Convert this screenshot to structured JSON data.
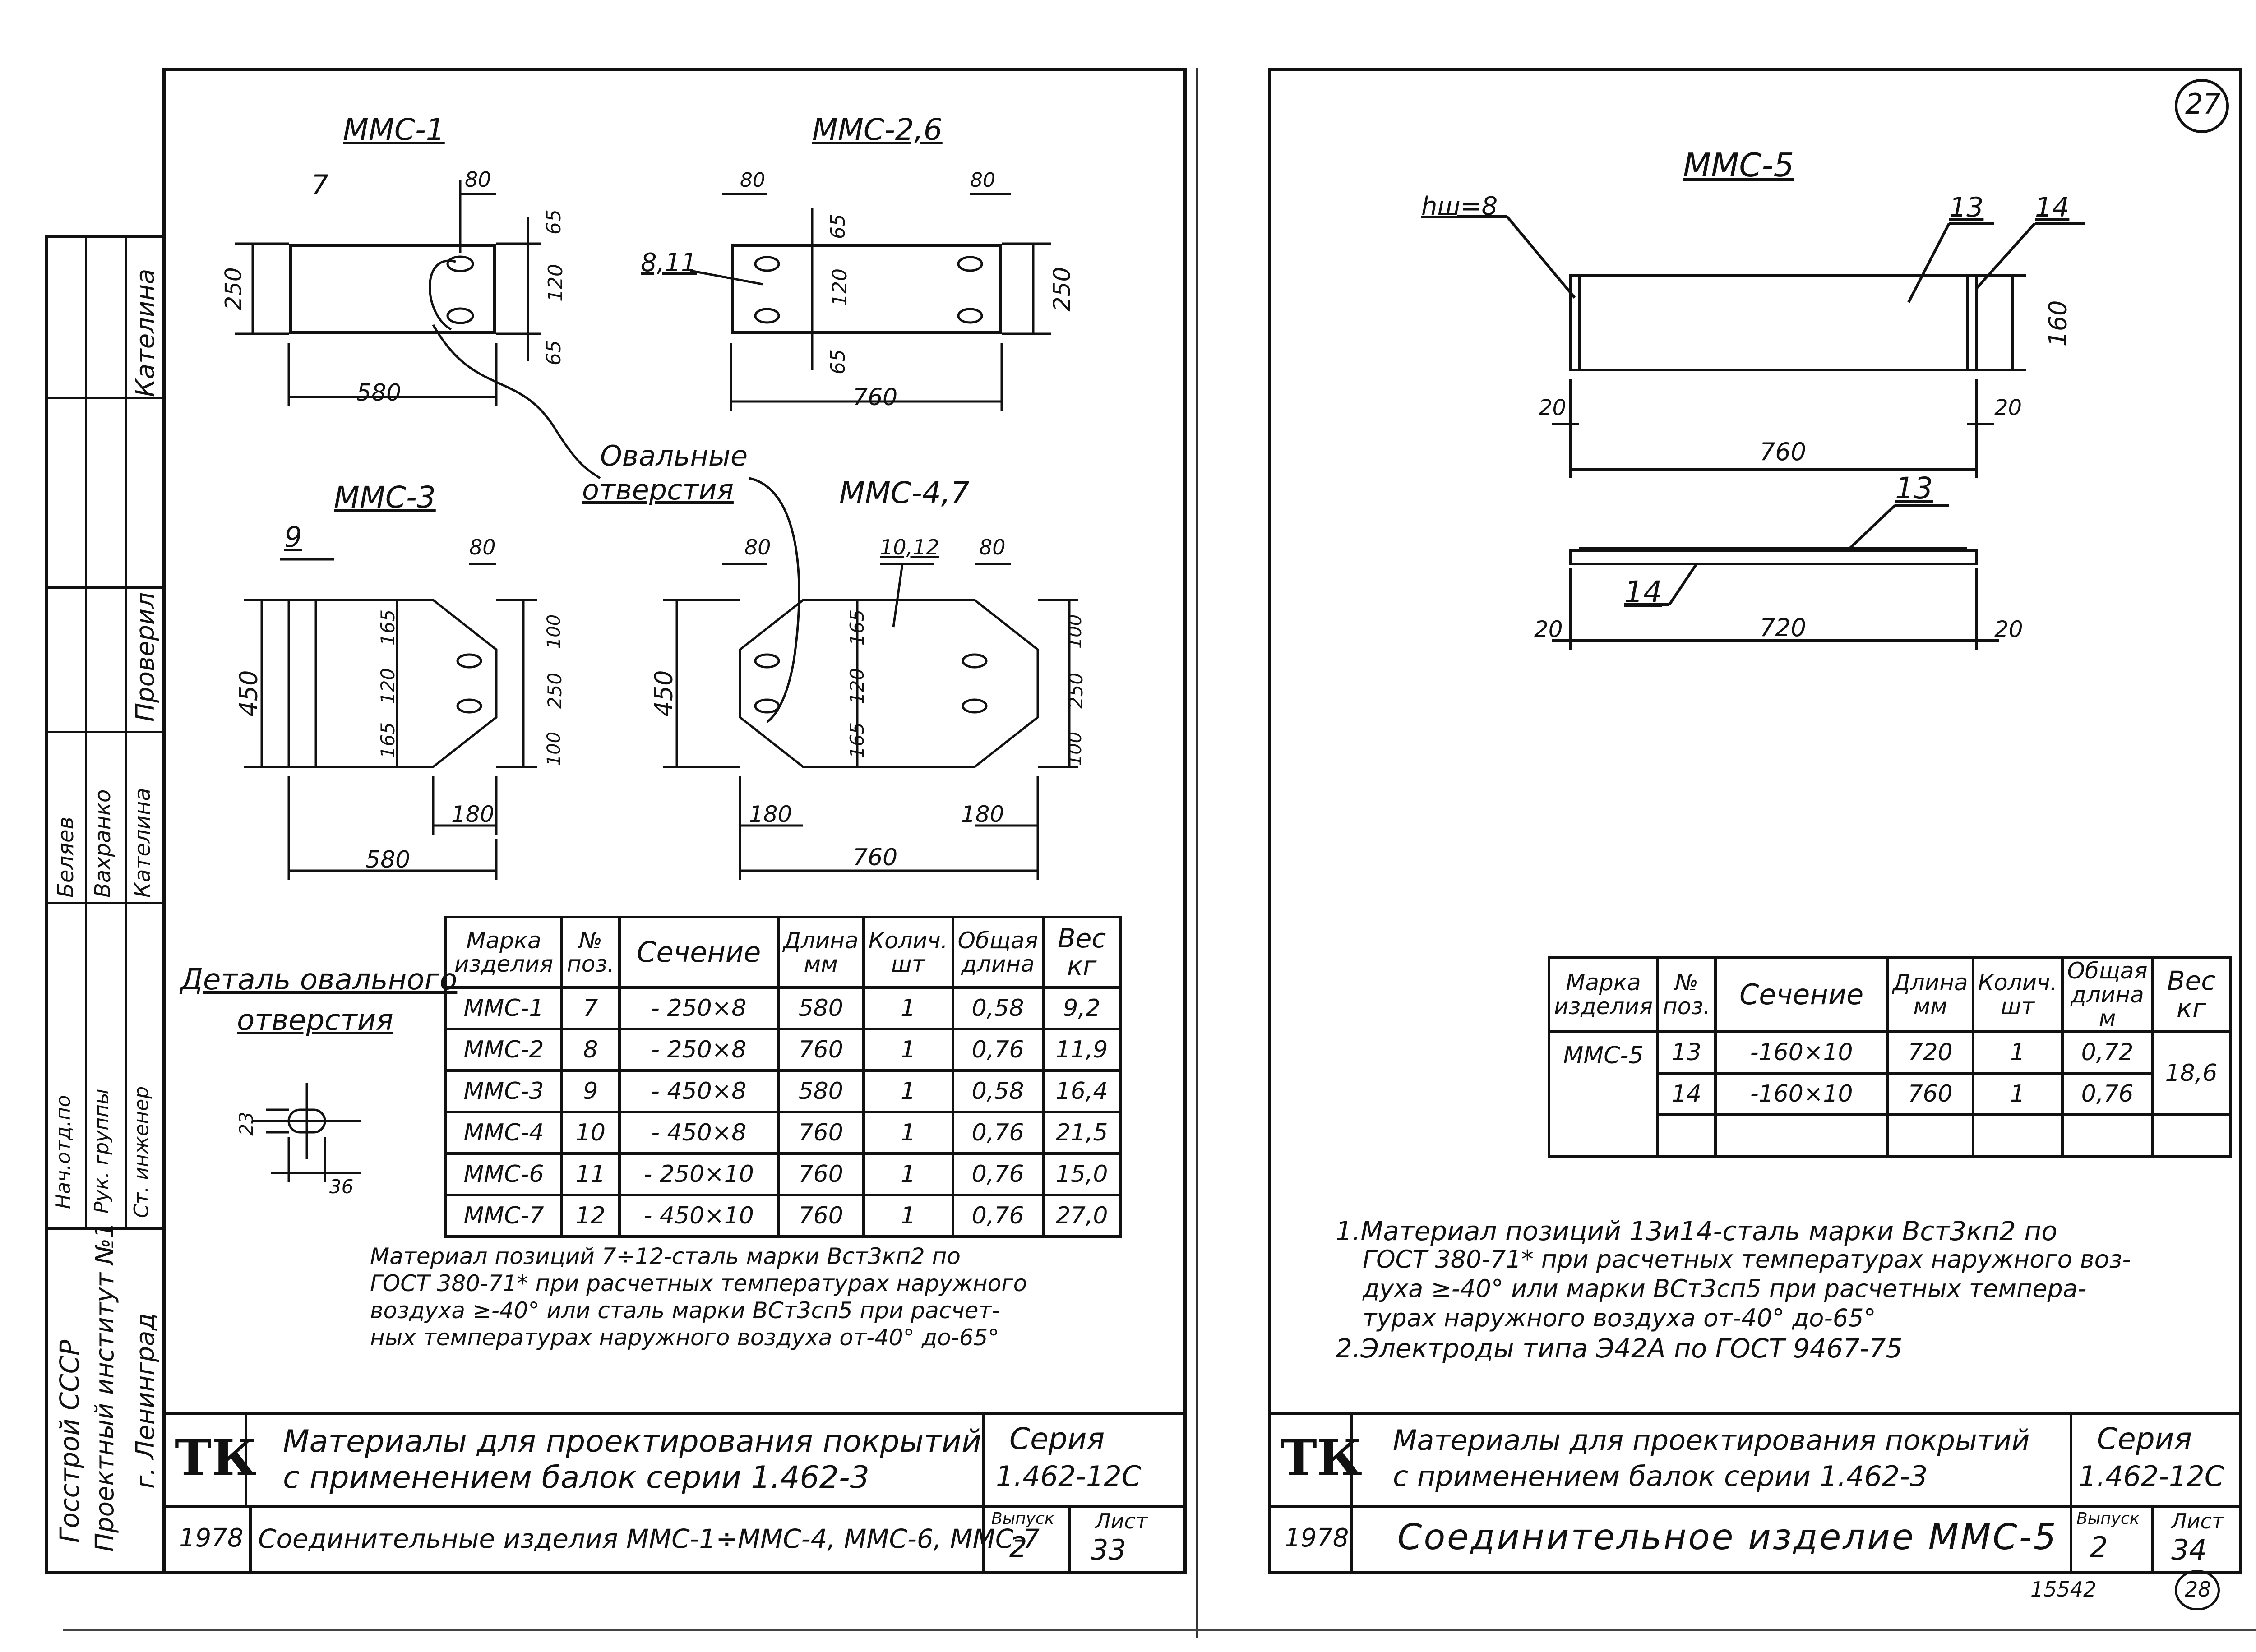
{
  "left_sheet": {
    "drawings": {
      "mmc1": {
        "title": "ММС-1",
        "pos": "7",
        "dims": {
          "w": "580",
          "h": "250",
          "top": "65",
          "mid": "120",
          "bot": "65",
          "edge": "80"
        }
      },
      "mmc26": {
        "title": "ММС-2,6",
        "pos": "8,11",
        "dims": {
          "w": "760",
          "h": "250",
          "edge_l": "80",
          "edge_r": "80",
          "top": "65",
          "mid": "120",
          "bot": "65"
        }
      },
      "mmc3": {
        "title": "ММС-3",
        "pos": "9",
        "dims": {
          "w": "580",
          "h": "450",
          "a": "165",
          "b": "120",
          "c": "165",
          "d": "100",
          "e": "250",
          "f": "100",
          "g": "180",
          "edge": "80"
        }
      },
      "mmc47": {
        "title": "ММС-4,7",
        "pos": "10,12",
        "dims": {
          "w": "760",
          "h": "450",
          "a": "165",
          "b": "120",
          "c": "165",
          "d": "100",
          "e": "250",
          "f": "100",
          "g1": "180",
          "g2": "180",
          "edge_l": "80",
          "edge_r": "80"
        }
      },
      "oval_label_1": "Овальные",
      "oval_label_2": "отверстия",
      "detail_title_1": "Деталь овального",
      "detail_title_2": "отверстия",
      "detail_dims": {
        "h": "23",
        "w": "36"
      }
    },
    "table": {
      "headers": [
        "Марка изделия",
        "№ поз.",
        "Сечение",
        "Длина мм",
        "Колич. шт",
        "Общая длина",
        "Вес кг"
      ],
      "rows": [
        [
          "ММС-1",
          "7",
          "- 250×8",
          "580",
          "1",
          "0,58",
          "9,2"
        ],
        [
          "ММС-2",
          "8",
          "- 250×8",
          "760",
          "1",
          "0,76",
          "11,9"
        ],
        [
          "ММС-3",
          "9",
          "- 450×8",
          "580",
          "1",
          "0,58",
          "16,4"
        ],
        [
          "ММС-4",
          "10",
          "- 450×8",
          "760",
          "1",
          "0,76",
          "21,5"
        ],
        [
          "ММС-6",
          "11",
          "- 250×10",
          "760",
          "1",
          "0,76",
          "15,0"
        ],
        [
          "ММС-7",
          "12",
          "- 450×10",
          "760",
          "1",
          "0,76",
          "27,0"
        ]
      ]
    },
    "note": [
      "Материал позиций 7÷12-сталь марки Вст3кп2 по",
      "ГОСТ 380-71* при расчетных температурах наружного",
      "воздуха ≥-40° или сталь марки ВСт3сп5 при расчет-",
      "ных температурах наружного воздуха от-40° до-65°"
    ],
    "stamp": {
      "tk": "ТК",
      "title": [
        "Материалы для проектирования покрытий",
        "с применением балок серии 1.462-3"
      ],
      "series_label": "Серия",
      "series": "1.462-12С",
      "year": "1978",
      "name": "Соединительные изделия ММС-1÷ММС-4, ММС-6, ММС-7",
      "issue_label": "Выпуск",
      "issue": "2",
      "sheet_label": "Лист",
      "sheet": "33"
    },
    "side_stamp": {
      "org": [
        "Госстрой СССР",
        "Проектный институт №1",
        "г. Ленинград"
      ],
      "roles": [
        "Нач.отд.по",
        "Рук. группы",
        "Ст. инженер",
        "Беляев",
        "Вахранко",
        "Кателина",
        "Проверил",
        "Кателина"
      ]
    }
  },
  "right_sheet": {
    "page_no": "27",
    "drawings": {
      "title": "ММС-5",
      "weld": "hш=8",
      "pos13": "13",
      "pos14": "14",
      "dims": {
        "h": "160",
        "l": "760",
        "e1": "20",
        "e2": "20",
        "l2": "720",
        "e3": "20",
        "e4": "20"
      }
    },
    "table": {
      "headers": [
        "Марка изделия",
        "№ поз.",
        "Сечение",
        "Длина мм",
        "Колич. шт",
        "Общая длина м",
        "Вес кг"
      ],
      "mark": "ММС-5",
      "rows": [
        [
          "13",
          "-160×10",
          "720",
          "1",
          "0,72"
        ],
        [
          "14",
          "-160×10",
          "760",
          "1",
          "0,76"
        ]
      ],
      "weight": "18,6"
    },
    "notes": [
      "1.Материал позиций 13и14-сталь марки Вст3кп2 по",
      "ГОСТ 380-71* при расчетных температурах наружного воз-",
      "духа ≥-40° или марки ВСт3сп5 при расчетных темпера-",
      "турах наружного воздуха от-40° до-65°",
      "2.Электроды типа Э42А по ГОСТ 9467-75"
    ],
    "stamp": {
      "tk": "ТК",
      "title": [
        "Материалы для проектирования покрытий",
        "с применением балок серии 1.462-3"
      ],
      "series_label": "Серия",
      "series": "1.462-12С",
      "year": "1978",
      "name": "Соединительное изделие ММС-5",
      "issue_label": "Выпуск",
      "issue": "2",
      "sheet_label": "Лист",
      "sheet": "34"
    },
    "footer_num": "15542",
    "footer_circle": "28"
  }
}
